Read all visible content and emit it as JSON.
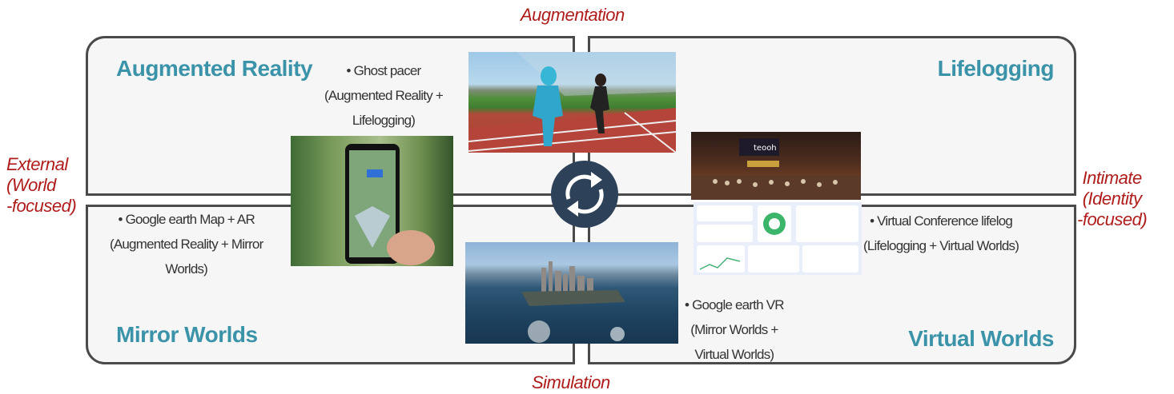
{
  "axes": {
    "top": "Augmentation",
    "bottom": "Simulation",
    "left": [
      "External",
      "(World",
      "-focused)"
    ],
    "right": [
      "Intimate",
      "(Identity",
      "-focused)"
    ]
  },
  "quadrants": {
    "augmented_reality": "Augmented Reality",
    "lifelogging": "Lifelogging",
    "mirror_worlds": "Mirror Worlds",
    "virtual_worlds": "Virtual Worlds"
  },
  "examples": {
    "ghost_pacer": [
      "• Ghost pacer",
      "(Augmented Reality +",
      "Lifelogging)"
    ],
    "google_earth_ar": [
      "• Google earth  Map + AR",
      "(Augmented Reality + Mirror",
      "Worlds)"
    ],
    "google_earth_vr": [
      "• Google earth VR",
      "(Mirror Worlds +",
      "Virtual Worlds)"
    ],
    "virtual_conference": [
      "• Virtual Conference lifelog",
      "(Lifelogging + Virtual Worlds)"
    ]
  },
  "images": {
    "conference_logo": "teooh"
  },
  "colors": {
    "quadrant_title": "#3a93a8",
    "axis_label": "#b01c1c",
    "cycle_icon": "#2d4159"
  }
}
